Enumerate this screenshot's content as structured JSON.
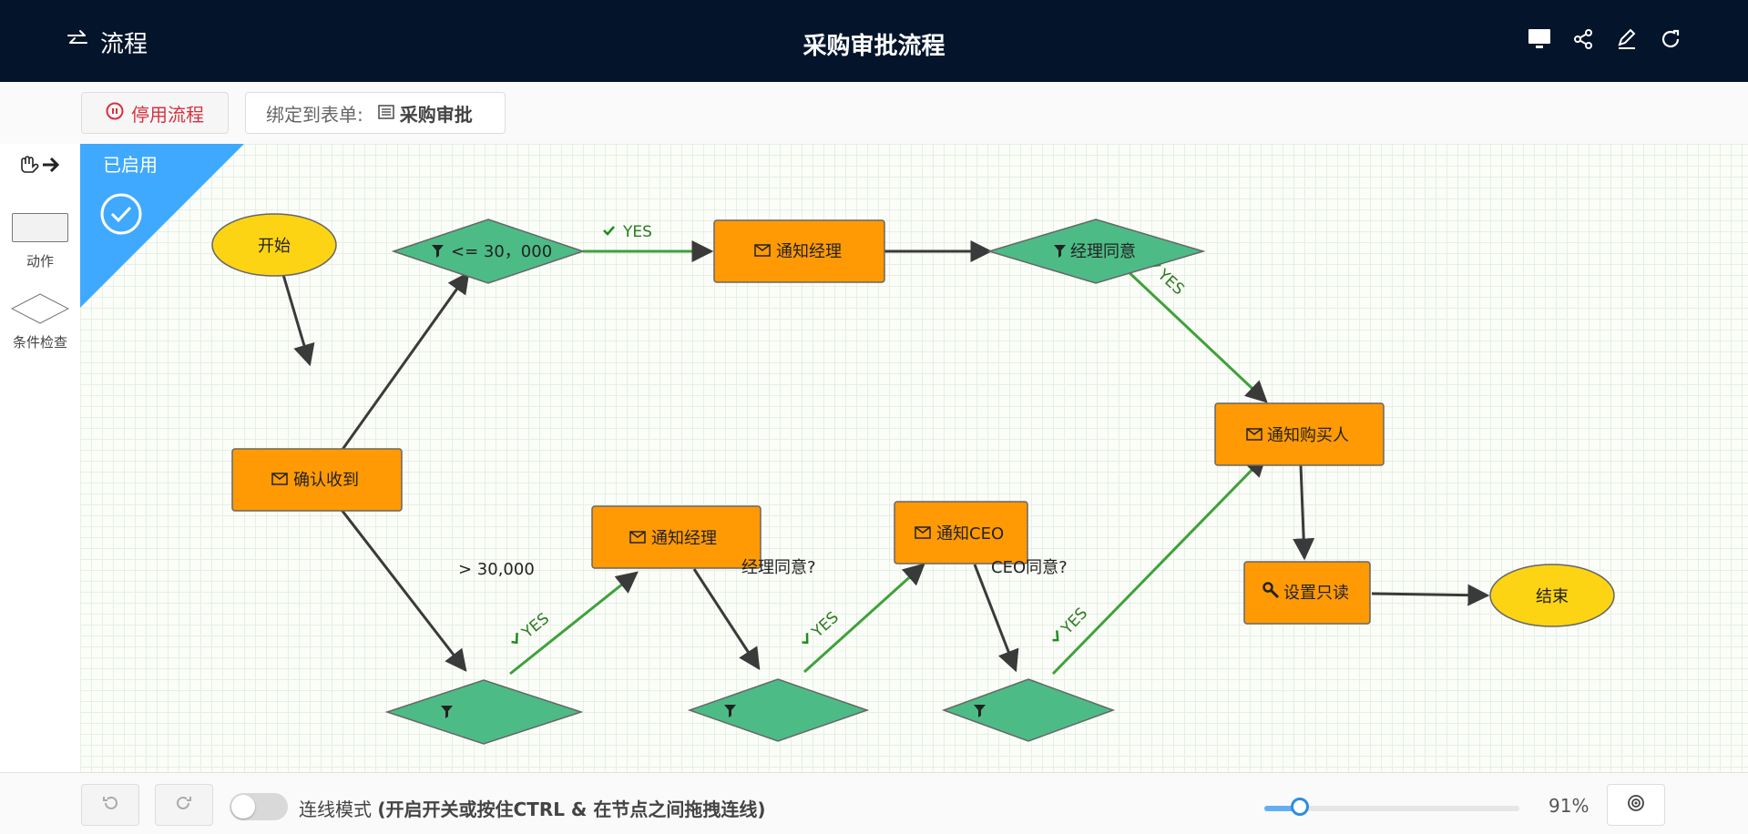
{
  "header": {
    "back_label": "流程",
    "title": "采购审批流程",
    "tools": [
      "monitor-icon",
      "share-icon",
      "pencil-icon",
      "refresh-icon"
    ]
  },
  "toolbar": {
    "disable_label": "停用流程",
    "bind_prefix": "绑定到表单:",
    "bind_form": "采购审批"
  },
  "palette": {
    "action_label": "动作",
    "condition_label": "条件检查"
  },
  "canvas": {
    "status_label": "已启用",
    "nodes": {
      "start": "开始",
      "confirm": "确认收到",
      "cond_le": "<= 30，000",
      "notify_mgr_top": "通知经理",
      "mgr_agree_top": "经理同意",
      "notify_buyer": "通知购买人",
      "set_readonly": "设置只读",
      "end": "结束",
      "cond_gt": "> 30,000",
      "notify_mgr_bottom": "通知经理",
      "mgr_agree_bottom": "经理同意?",
      "notify_ceo": "通知CEO",
      "ceo_agree": "CEO同意?"
    },
    "edge_yes_label": "YES"
  },
  "bottom": {
    "connect_mode": "连线模式",
    "connect_hint": "(开启开关或按住CTRL & 在节点之间拖拽连线)",
    "zoom": "91%",
    "zoom_value": 0.14
  },
  "colors": {
    "header_bg": "#03142b",
    "action_fill": "#ff9a05",
    "condition_fill": "#4dbb86",
    "terminal_fill": "#fcd414",
    "yes_edge": "#3fa13a",
    "status_banner": "#3fa9ff",
    "disable_red": "#d9303d"
  }
}
